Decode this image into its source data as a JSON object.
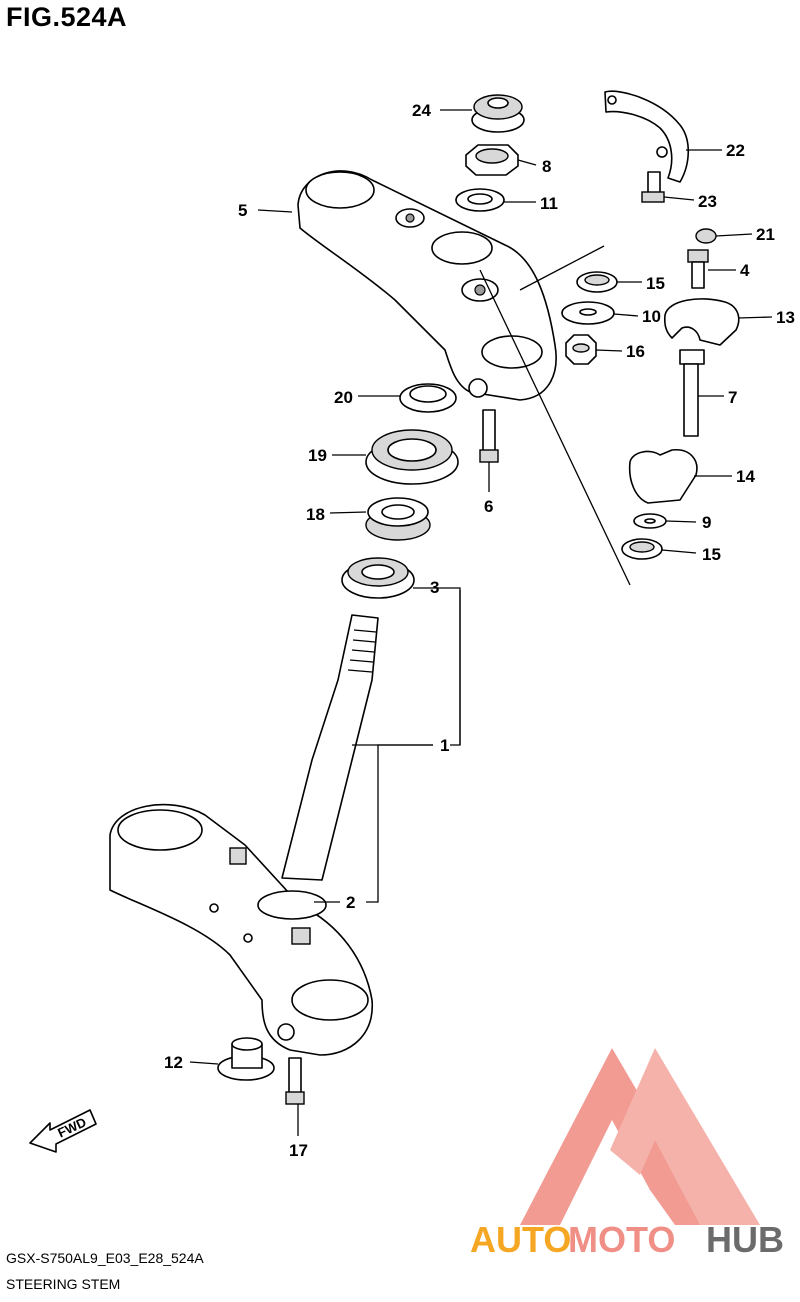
{
  "figure": {
    "title": "FIG.524A"
  },
  "footer": {
    "model_code": "GSX-S750AL9_E03_E28_524A",
    "section_name": "STEERING STEM"
  },
  "direction": {
    "label": "FWD"
  },
  "watermark": {
    "text_a": "AUTO",
    "text_b": "MOTO",
    "text_c": "HUB",
    "color_a": "#f5a623",
    "color_b": "#ef8f86",
    "color_c": "#6b6b6b"
  },
  "callouts": [
    "24",
    "8",
    "11",
    "5",
    "22",
    "23",
    "21",
    "4",
    "15",
    "10",
    "13",
    "16",
    "7",
    "20",
    "19",
    "6",
    "18",
    "14",
    "9",
    "15",
    "3",
    "1",
    "2",
    "12",
    "17"
  ]
}
